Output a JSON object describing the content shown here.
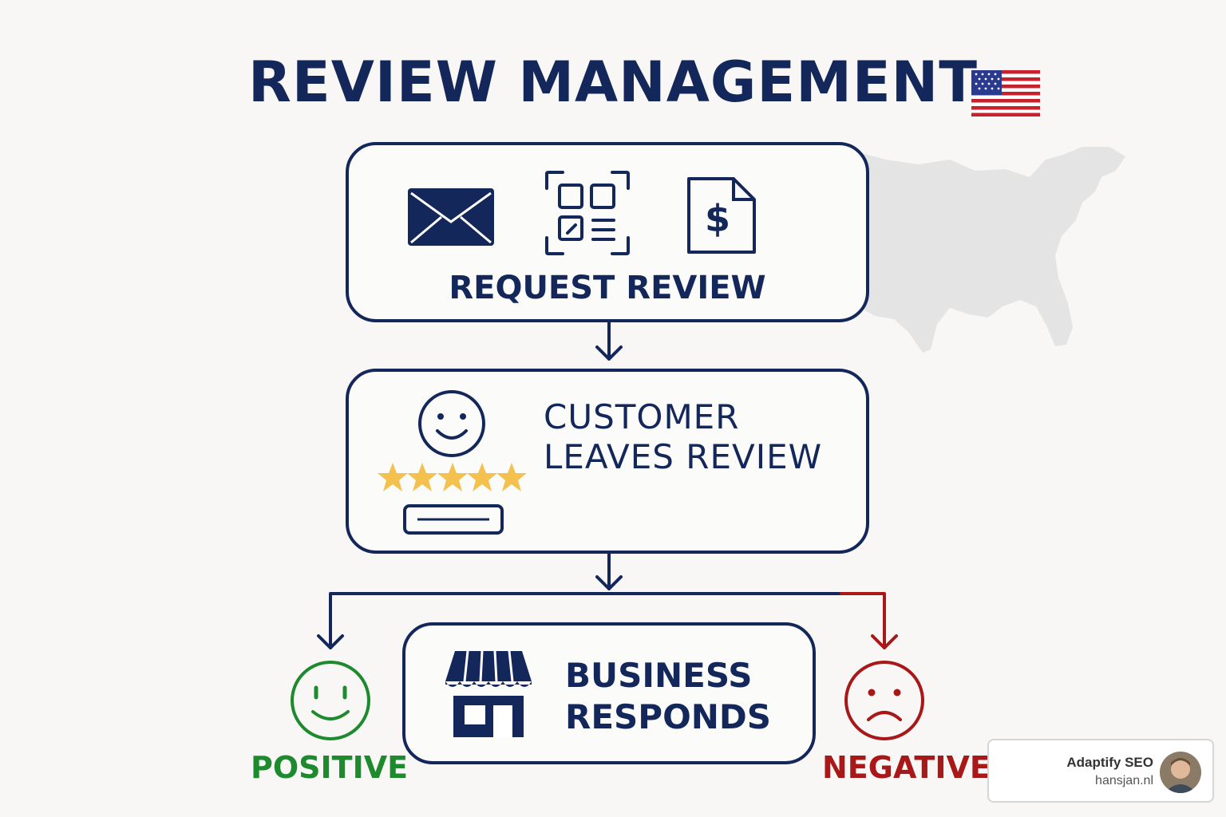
{
  "title": "REVIEW MANAGEMENT",
  "steps": {
    "request": {
      "label": "REQUEST REVIEW",
      "icons": [
        "envelope-icon",
        "qr-code-icon",
        "invoice-dollar-icon"
      ]
    },
    "customer": {
      "line1": "CUSTOMER",
      "line2": "LEAVES REVIEW",
      "icons": [
        "smiley-icon",
        "five-stars-icon",
        "review-text-field-icon"
      ]
    },
    "business": {
      "line1": "BUSINESS",
      "line2": "RESPONDS",
      "icons": [
        "storefront-icon"
      ]
    }
  },
  "outcomes": {
    "positive": {
      "label": "POSITIVE",
      "color": "#1e8a2e",
      "icon": "happy-face-icon"
    },
    "negative": {
      "label": "NEGATIVE",
      "color": "#a81818",
      "icon": "sad-face-icon"
    }
  },
  "decorations": {
    "flag": "us-flag-icon",
    "map": "us-map-silhouette"
  },
  "colors": {
    "navy": "#14275a",
    "star": "#f4c04e",
    "green": "#1e8a2e",
    "red": "#a81818"
  },
  "credit": {
    "name": "Adaptify SEO",
    "site": "hansjan.nl"
  }
}
